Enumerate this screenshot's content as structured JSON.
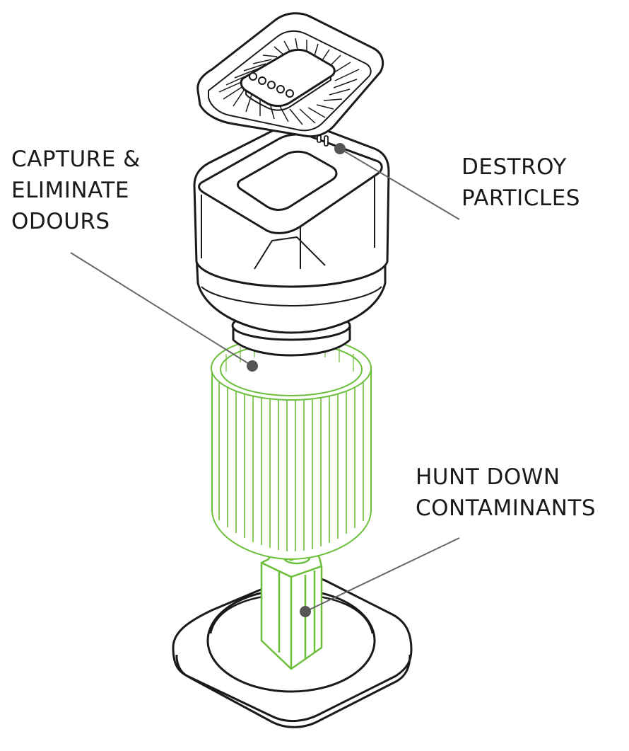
{
  "labels": {
    "capture": [
      "CAPTURE &",
      "ELIMINATE",
      "ODOURS"
    ],
    "destroy": [
      "DESTROY",
      "PARTICLES"
    ],
    "hunt": [
      "HUNT DOWN",
      "CONTAMINANTS"
    ]
  },
  "colors": {
    "outline": "#1a1a1a",
    "filter_green": "#6bbf3a",
    "leader_line": "#666666",
    "marker_dot": "#555555",
    "background": "#ffffff"
  }
}
